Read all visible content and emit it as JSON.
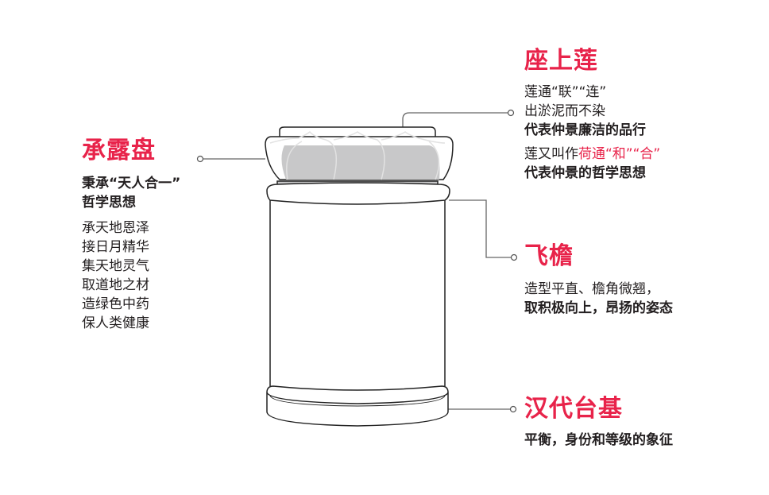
{
  "colors": {
    "accent": "#e8234a",
    "text": "#231f20",
    "outline": "#222222",
    "fill_gray": "#c8c8c9",
    "connector": "#666666"
  },
  "callouts": {
    "lotus_seat": {
      "title": "座上莲",
      "lines": [
        {
          "text": "莲通“联”“连”",
          "weight": "normal"
        },
        {
          "text": "出淤泥而不染",
          "weight": "normal"
        },
        {
          "text": "代表仲景廉洁的品行",
          "weight": "bold"
        }
      ],
      "line4_prefix": "莲又叫作",
      "line4_highlight": "荷通“和”“合”",
      "line5": "代表仲景的哲学思想"
    },
    "dew_plate": {
      "title": "承露盘",
      "bold_lines": [
        "秉承“天人合一”",
        "哲学思想"
      ],
      "lines": [
        "承天地恩泽",
        "接日月精华",
        "集天地灵气",
        "取道地之材",
        "造绿色中药",
        "保人类健康"
      ]
    },
    "flying_eave": {
      "title": "飞檐",
      "line1": "造型平直、檐角微翘，",
      "line2": "取积极向上，昂扬的姿态"
    },
    "han_base": {
      "title": "汉代台基",
      "line1": "平衡，身份和等级的象征"
    }
  }
}
